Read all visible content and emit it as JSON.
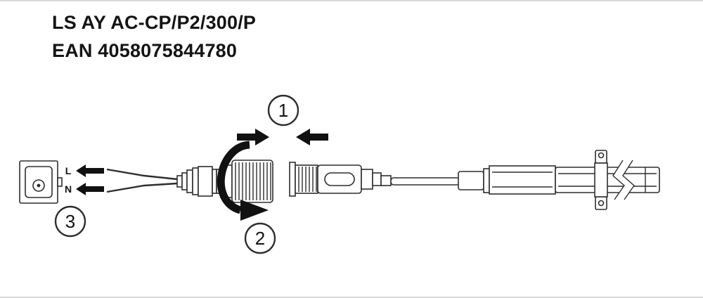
{
  "title": {
    "line1": "LS AY AC-CP/P2/300/P",
    "line2": "EAN 4058075844780"
  },
  "steps": {
    "one": "1",
    "two": "2",
    "three": "3"
  },
  "labels": {
    "live": "L",
    "neutral": "N"
  },
  "colors": {
    "ink": "#141414",
    "line": "#2e2e2e",
    "arrow": "#111111",
    "border": "#d8d8d8",
    "background": "#ffffff"
  }
}
